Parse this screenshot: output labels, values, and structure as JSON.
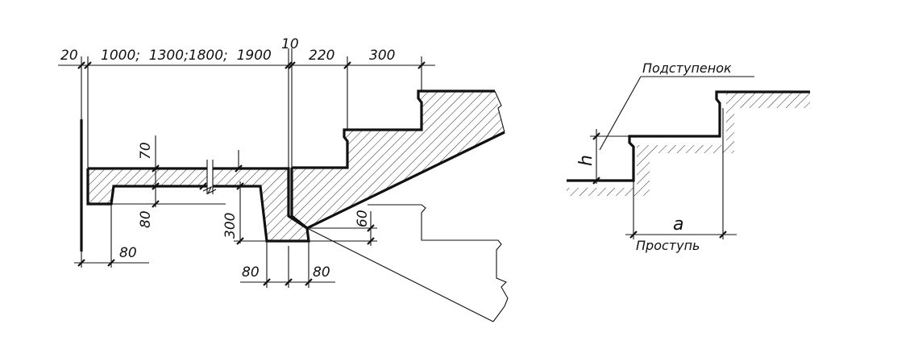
{
  "colors": {
    "line": "#111111",
    "background": "#ffffff"
  },
  "dimensions": {
    "d20": "20",
    "span": "1000;  1300;1800;  1900",
    "d10": "10",
    "d220": "220",
    "d300_top": "300",
    "d70": "70",
    "d80_vertical": "80",
    "d300_vertical": "300",
    "d60": "60",
    "d80_left": "80",
    "d80_bottom_a": "80",
    "d80_bottom_b": "80"
  },
  "labels": {
    "riser": "Подступенок",
    "tread": "Проступь",
    "height_symbol": "h",
    "width_symbol": "a"
  }
}
